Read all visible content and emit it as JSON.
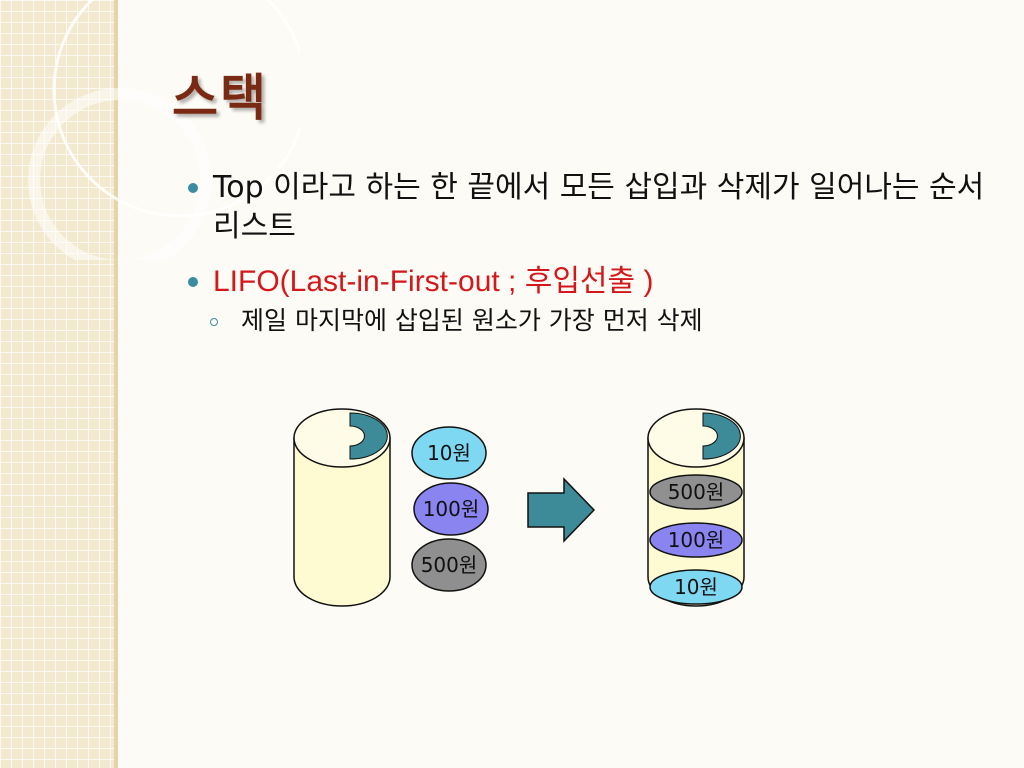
{
  "slide": {
    "title": "스택",
    "bullets": [
      {
        "text": "Top 이라고 하는 한 끝에서 모든 삽입과 삭제가 일어나는 순서 리스트"
      },
      {
        "text_prefix": "LIFO(Last-in-First-out ; ",
        "text_korean": "후입선출",
        "text_suffix": " )"
      }
    ],
    "sub_bullets": [
      {
        "text": "제일 마지막에 삽입된 원소가 가장 먼저 삭제"
      }
    ]
  },
  "diagram": {
    "before_items": [
      {
        "label": "10원",
        "color": "#7fd8f2"
      },
      {
        "label": "100원",
        "color": "#8a84f0"
      },
      {
        "label": "500원",
        "color": "#8f8f8f"
      }
    ],
    "after_stack": [
      {
        "label": "500원",
        "color": "#909090"
      },
      {
        "label": "100원",
        "color": "#8a84f0"
      },
      {
        "label": "10원",
        "color": "#7fd8f2"
      }
    ],
    "arrow_color": "#3d8a99",
    "cylinder_color": "#fefbd2",
    "cylinder_top_color": "#fefce6",
    "marker_color": "#3d8a99"
  },
  "colors": {
    "title": "#7a2a12",
    "bullet_dot": "#3b8ca3",
    "emphasis_text": "#d4171a",
    "side_panel": "#f3e9cf"
  }
}
